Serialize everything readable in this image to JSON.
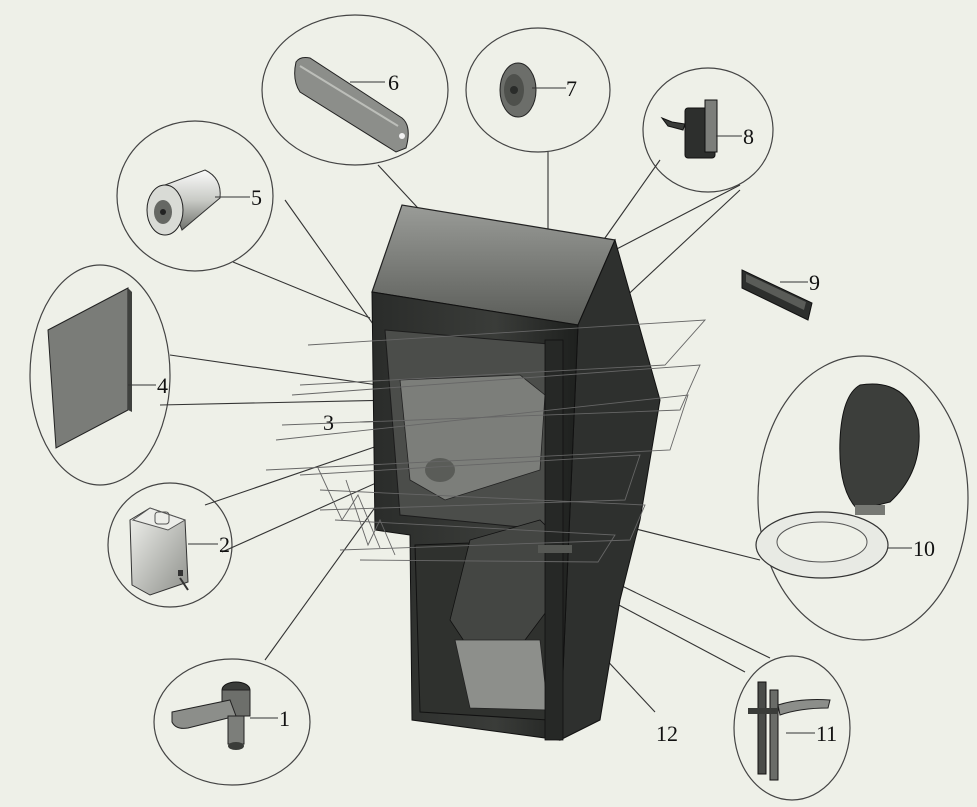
{
  "figure": {
    "callouts": [
      {
        "id": "1",
        "label": "1"
      },
      {
        "id": "2",
        "label": "2"
      },
      {
        "id": "3",
        "label": "3"
      },
      {
        "id": "4",
        "label": "4"
      },
      {
        "id": "5",
        "label": "5"
      },
      {
        "id": "6",
        "label": "6"
      },
      {
        "id": "7",
        "label": "7"
      },
      {
        "id": "8",
        "label": "8"
      },
      {
        "id": "9",
        "label": "9"
      },
      {
        "id": "10",
        "label": "10"
      },
      {
        "id": "11",
        "label": "11"
      },
      {
        "id": "12",
        "label": "12"
      }
    ]
  },
  "colors": {
    "background": "#eef0e8",
    "cabinet_dark": "#2b2d2b",
    "cabinet_light": "#6c6e6a",
    "part_gray": "#8a8c88",
    "seat_light": "#e6e8e2"
  }
}
